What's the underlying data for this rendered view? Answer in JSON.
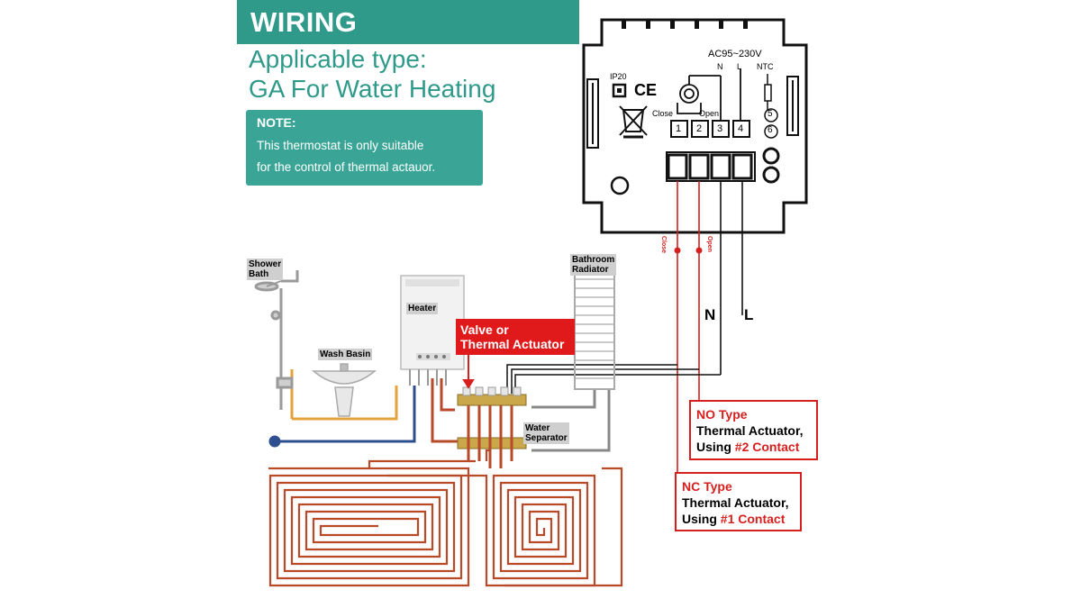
{
  "header": {
    "title": "WIRING INSTRUCTIONS",
    "applicable_line1": "Applicable type:",
    "applicable_line2": "GA For Water Heating"
  },
  "note": {
    "title": "NOTE:",
    "line1": "This thermostat is only suitable",
    "line2": "for the control of thermal actauor."
  },
  "thermostat": {
    "power": "AC95~230V",
    "n_label": "N",
    "l_label": "L",
    "ntc_label": "NTC",
    "ip_label": "IP20",
    "ce_label": "CE",
    "close_label": "Close",
    "open_label": "Open",
    "terminals": [
      "1",
      "2",
      "3",
      "4"
    ],
    "ntc_terminals": [
      "5",
      "6"
    ]
  },
  "wires": {
    "close_tag": "Close",
    "open_tag": "Open",
    "n_line": "N",
    "l_line": "L"
  },
  "system_labels": {
    "shower": "Shower\nBath",
    "wash_basin": "Wash Basin",
    "heater": "Heater",
    "valve": "Valve or\nThermal Actuator",
    "bathroom_radiator": "Bathroom\nRadiator",
    "water_separator": "Water\nSeparator"
  },
  "no_type": {
    "title": "NO Type",
    "line2": "Thermal Actuator,",
    "line3_prefix": "Using ",
    "line3_highlight": "#2 Contact"
  },
  "nc_type": {
    "title": "NC Type",
    "line2": "Thermal Actuator,",
    "line3_prefix": "Using ",
    "line3_highlight": "#1 Contact"
  },
  "colors": {
    "teal": "#2f9a8a",
    "red": "#d61f1f",
    "pipe_hot": "#b84a2a",
    "pipe_cold": "#2d4f8f",
    "pipe_yellow": "#e3a23c"
  }
}
